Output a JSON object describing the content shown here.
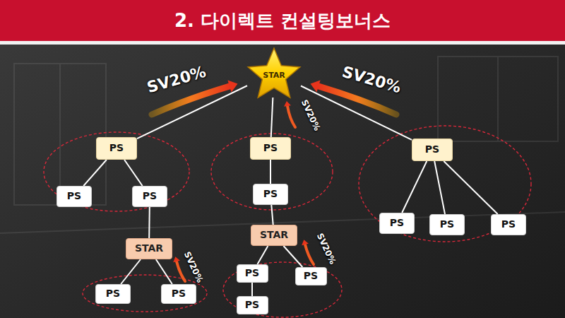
{
  "diagram": {
    "title": "2. 다이렉트 컨설팅보너스",
    "nodes": [
      {
        "text": [
          "STAR"
        ]
      },
      {
        "text": [
          "PS"
        ]
      },
      {
        "text": [
          "PS"
        ]
      },
      {
        "text": [
          "PS"
        ]
      },
      {
        "text": [
          "PS"
        ]
      },
      {
        "text": [
          "PS"
        ]
      },
      {
        "text": [
          "PS"
        ]
      },
      {
        "text": [
          "PS"
        ]
      },
      {
        "text": [
          "PS"
        ]
      },
      {
        "text": [
          "PS"
        ]
      },
      {
        "text": [
          "STAR"
        ]
      },
      {
        "text": [
          "STAR"
        ]
      },
      {
        "text": [
          "PS"
        ]
      },
      {
        "text": [
          "PS"
        ]
      },
      {
        "text": [
          "PS"
        ]
      },
      {
        "text": [
          "PS"
        ]
      },
      {
        "text": [
          "PS"
        ]
      }
    ],
    "edges": [
      {
        "from": 0,
        "to": 1,
        "arrow": "none"
      },
      {
        "from": 0,
        "to": 2,
        "arrow": "none"
      },
      {
        "from": 0,
        "to": 3,
        "arrow": "none"
      },
      {
        "from": 1,
        "to": 4,
        "arrow": "none"
      },
      {
        "from": 1,
        "to": 5,
        "arrow": "none"
      },
      {
        "from": 5,
        "to": 10,
        "arrow": "none"
      },
      {
        "from": 2,
        "to": 6,
        "arrow": "none"
      },
      {
        "from": 6,
        "to": 11,
        "arrow": "none"
      },
      {
        "from": 3,
        "to": 7,
        "arrow": "none"
      },
      {
        "from": 3,
        "to": 8,
        "arrow": "none"
      },
      {
        "from": 3,
        "to": 9,
        "arrow": "none"
      },
      {
        "from": 10,
        "to": 12,
        "arrow": "none"
      },
      {
        "from": 10,
        "to": 13,
        "arrow": "none"
      },
      {
        "from": 11,
        "to": 14,
        "arrow": "none"
      },
      {
        "from": 11,
        "to": 15,
        "arrow": "none"
      },
      {
        "from": 14,
        "to": 16,
        "arrow": "none"
      }
    ],
    "labels": [
      "SV20%",
      "SV20%",
      "SV20%",
      "SV20%",
      "SV20%"
    ]
  }
}
